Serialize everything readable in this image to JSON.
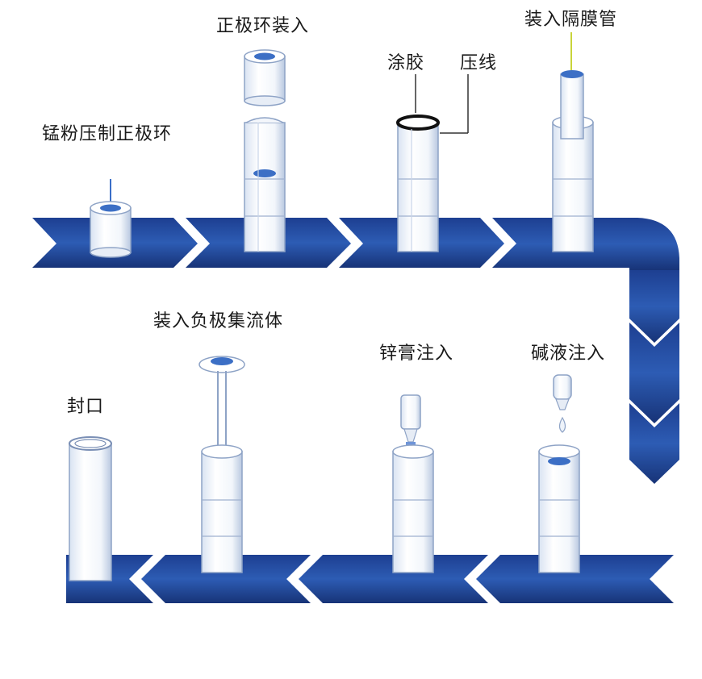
{
  "colors": {
    "arrow_dark": "#1c3f8f",
    "arrow_light": "#2f5fb8",
    "cell_fill": "#ffffff",
    "cell_stroke": "#7a8fb5",
    "highlight": "#2e63c9"
  },
  "steps": [
    {
      "label": "锰粉压制正极环"
    },
    {
      "label": "正极环装入"
    },
    {
      "label": "涂胶"
    },
    {
      "label": "压线"
    },
    {
      "label": "装入隔膜管"
    },
    {
      "label": "碱液注入"
    },
    {
      "label": "锌膏注入"
    },
    {
      "label": "装入负极集流体"
    },
    {
      "label": "封口"
    }
  ]
}
